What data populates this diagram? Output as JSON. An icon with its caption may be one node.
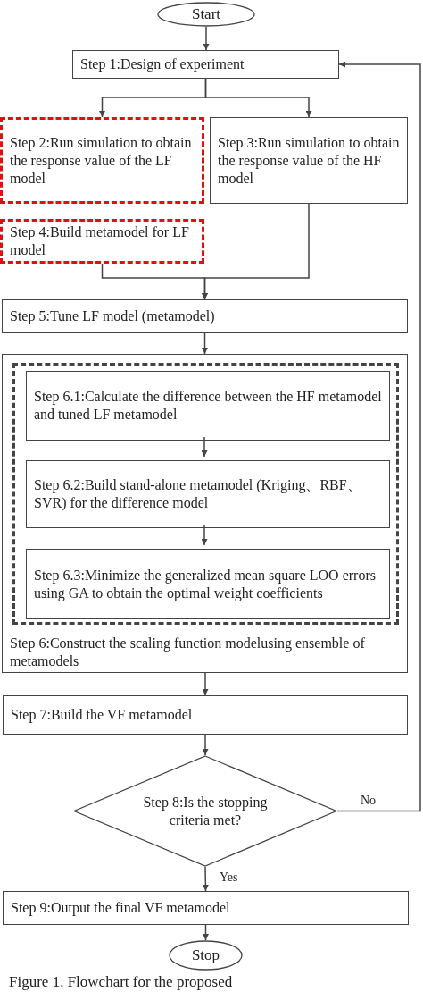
{
  "diagram": {
    "caption": "Figure 1. Flowchart for the proposed",
    "nodes": [
      {
        "text": [
          "Start"
        ]
      },
      {
        "text": [
          "Step 1:Design of experiment"
        ]
      },
      {
        "text": [
          "Step 2:Run simulation to obtain the response value of the LF model"
        ]
      },
      {
        "text": [
          "Step 3:Run simulation to obtain the response value of the HF model"
        ]
      },
      {
        "text": [
          "Step 4:Build metamodel for LF model"
        ]
      },
      {
        "text": [
          "Step 5:Tune LF  model (metamodel)"
        ]
      },
      {
        "text": [
          "Step 6:Construct the scaling function modelusing ensemble of metamodels"
        ]
      },
      {
        "text": [],
        "shape": "box",
        "in": 6
      },
      {
        "text": [
          "Step 6.1:Calculate the difference between the HF metamodel and tuned LF metamodel"
        ],
        "in": 7
      },
      {
        "text": [
          "Step 6.2:Build stand-alone metamodel (Kriging、RBF、SVR) for the difference model"
        ],
        "in": 7
      },
      {
        "text": [
          "Step 6.3:Minimize the generalized mean square LOO errors using GA to obtain the optimal weight coefficients"
        ],
        "in": 7
      },
      {
        "text": [
          "Step 7:Build the VF metamodel"
        ]
      },
      {
        "text": [
          "Step 8:Is the stopping criteria met?"
        ]
      },
      {
        "text": [
          "Step 9:Output the final VF metamodel"
        ]
      },
      {
        "text": [
          "Stop"
        ]
      }
    ],
    "edges": [
      {
        "from": 0,
        "to": 1,
        "arrow": "to"
      },
      {
        "from": 1,
        "to": 2,
        "arrow": "to"
      },
      {
        "from": 1,
        "to": 3,
        "arrow": "to"
      },
      {
        "from": 4,
        "to": 5,
        "arrow": "to"
      },
      {
        "from": 3,
        "to": 5,
        "arrow": "to"
      },
      {
        "from": 5,
        "to": 6,
        "arrow": "to"
      },
      {
        "from": 8,
        "to": 9,
        "arrow": "to"
      },
      {
        "from": 9,
        "to": 10,
        "arrow": "to"
      },
      {
        "from": 6,
        "to": 11,
        "arrow": "to"
      },
      {
        "from": 11,
        "to": 12,
        "arrow": "to"
      },
      {
        "from": 12,
        "to": 13,
        "label": "Yes",
        "arrow": "to"
      },
      {
        "from": 12,
        "to": 1,
        "label": "No",
        "arrow": "to"
      },
      {
        "from": 13,
        "to": 14,
        "arrow": "to"
      }
    ]
  }
}
